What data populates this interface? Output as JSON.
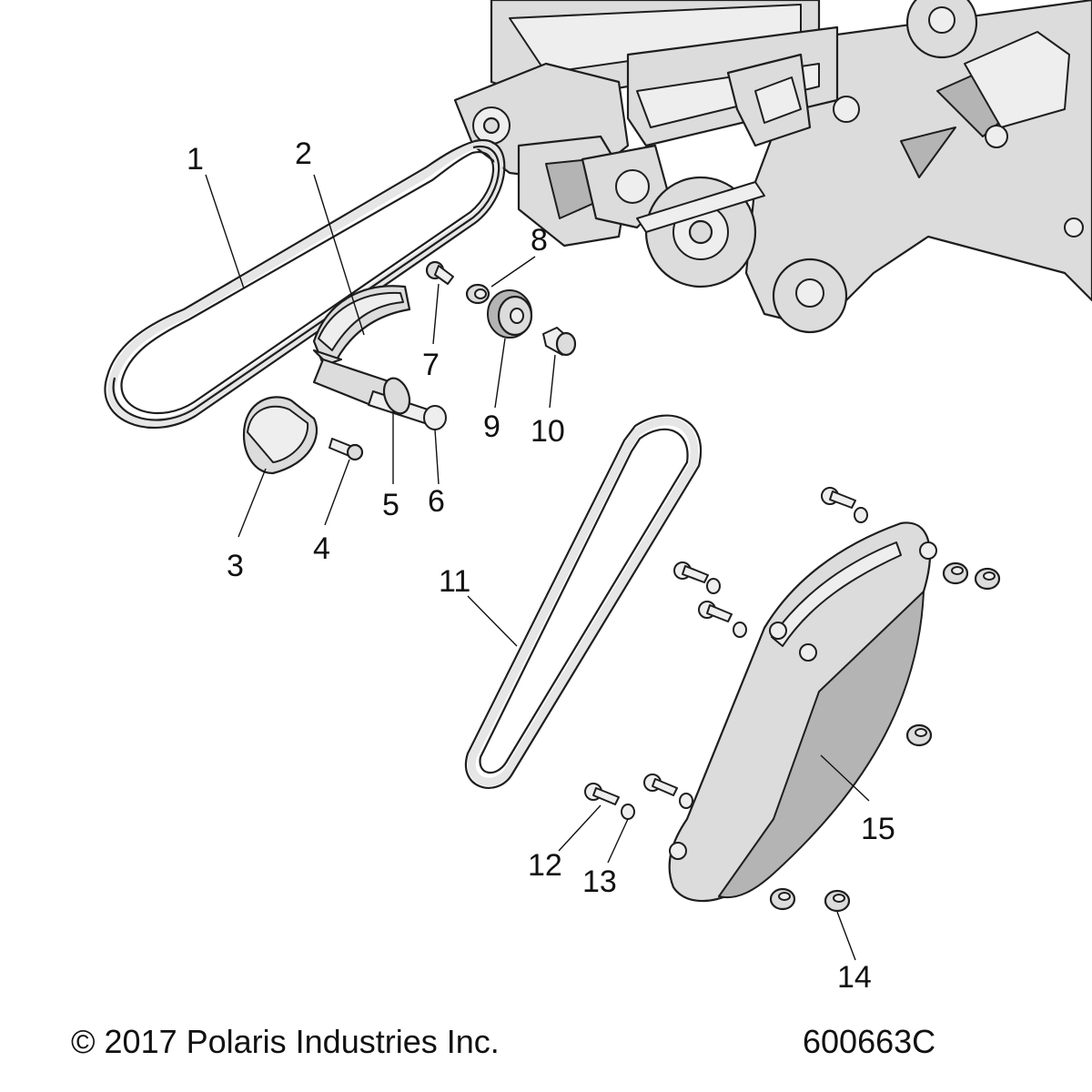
{
  "callouts": [
    {
      "id": 1,
      "label": "1"
    },
    {
      "id": 2,
      "label": "2"
    },
    {
      "id": 3,
      "label": "3"
    },
    {
      "id": 4,
      "label": "4"
    },
    {
      "id": 5,
      "label": "5"
    },
    {
      "id": 6,
      "label": "6"
    },
    {
      "id": 7,
      "label": "7"
    },
    {
      "id": 8,
      "label": "8"
    },
    {
      "id": 9,
      "label": "9"
    },
    {
      "id": 10,
      "label": "10"
    },
    {
      "id": 11,
      "label": "11"
    },
    {
      "id": 12,
      "label": "12"
    },
    {
      "id": 13,
      "label": "13"
    },
    {
      "id": 14,
      "label": "14"
    },
    {
      "id": 15,
      "label": "15"
    }
  ],
  "footer": {
    "copyright": "© 2017 Polaris Industries Inc.",
    "figure_number": "600663C"
  },
  "colors": {
    "part_fill": "#dcdcdc",
    "part_shadow": "#b4b4b4",
    "outline": "#1e1e1e",
    "background": "#ffffff"
  }
}
